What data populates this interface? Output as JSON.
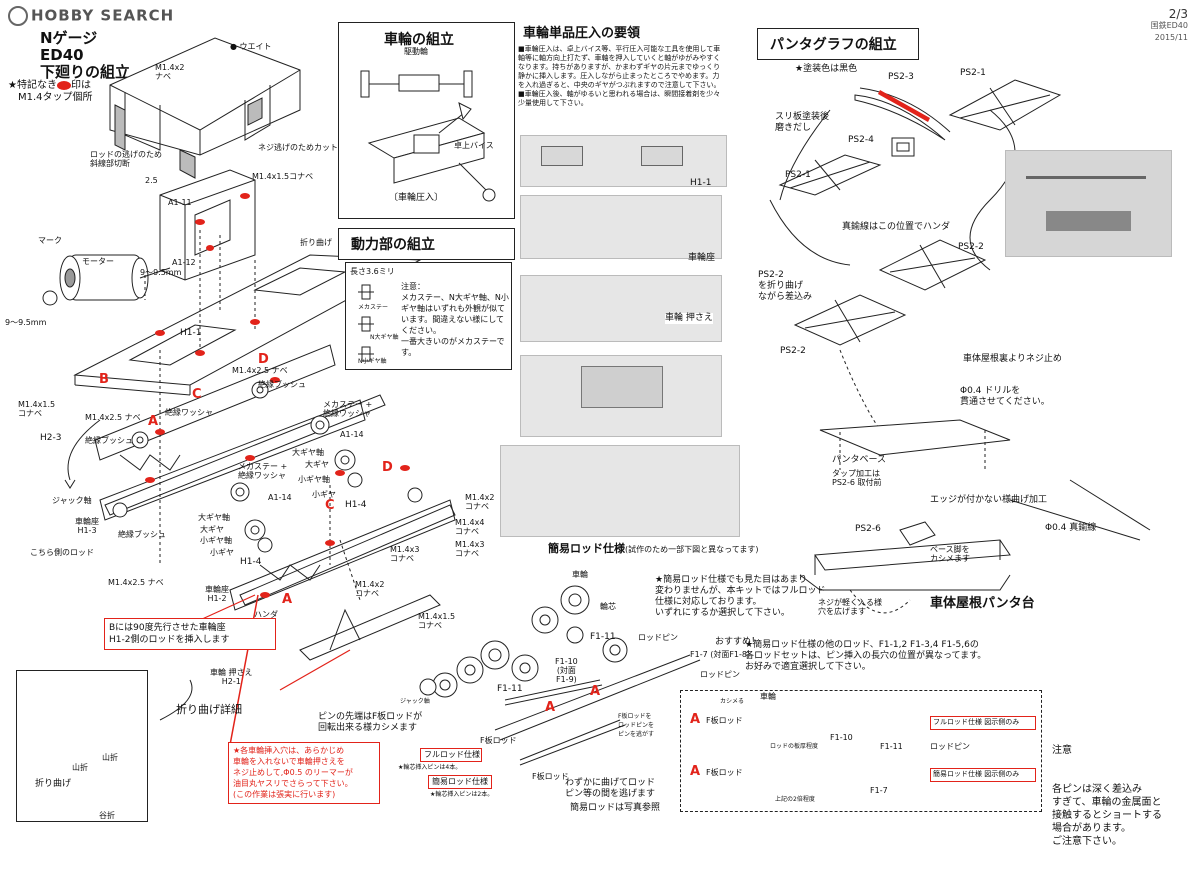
{
  "header": {
    "logo": "HOBBY SEARCH",
    "page_number": "2/3",
    "doc_line1": "国鉄ED40",
    "doc_line2": "2015/11"
  },
  "title": {
    "line1": "Nゲージ",
    "line2": "ED40",
    "line3": "下廻りの組立"
  },
  "tap_note": {
    "prefix": "★特記なき",
    "suffix": "印は",
    "line2": "M1.4タップ個所"
  },
  "wheel_press": {
    "title": "車輪の組立",
    "side_title": "車輪単品圧入の要領",
    "drive_gear": "駆動輪",
    "vise": "卓上バイス",
    "caption": "〔車輪圧入〕",
    "text": "■車輪圧入は、卓上バイス等、平行圧入可能な工具を使用して車軸等に軸方向上打たず、車軸を押入していくと軸がゆがみやすくなります。持ちがありますが、かまわずギヤの片元までゆっくり静かに挿入します。圧入しながら止まったところでやめます。力を入れ過ぎると、中央のギヤがつぶれますので注意して下さい。■車輪圧入後、軸がゆるいと思われる場合は、瞬間接着剤を少々少量使用して下さい。"
  },
  "power_unit": {
    "title": "動力部の組立",
    "length": "長さ3.6ミリ",
    "note_title": "注意：",
    "note_body": "メカステー、N大ギヤ軸、N小ギヤ軸はいずれも外観が似ています。間違えない様にしてください。",
    "note_tail": "一番大きいのがメカステーです。",
    "label_mecha": "メカステー",
    "label_n_big": "N大ギヤ軸",
    "label_n_small": "N小ギヤ軸"
  },
  "photos": {
    "h1_1": "H1-1",
    "wheel_seat": "車輪座",
    "wheel_holder": "車輪 押さえ",
    "simple_rod": "簡易ロッド仕様",
    "simple_rod_note": "(試作のため一部下図と異なってます)"
  },
  "pantograph": {
    "title": "パンタグラフの組立",
    "paint": "★塗装色は黒色",
    "ps2_3": "PS2-3",
    "ps2_1": "PS2-1",
    "ps2_4": "PS2-4",
    "slide_plate": "スリ板塗装後\n磨きだし",
    "ps2_1b": "PS2-1",
    "brass_solder": "真鍮線はこの位置でハンダ",
    "ps2_2": "PS2-2",
    "ps2_2_fold": "PS2-2\nを折り曲げ\nながら差込み",
    "ps2_2b": "PS2-2",
    "screw_stop": "車体屋根裏よりネジ止め",
    "drill": "Φ0.4 ドリルを\n貫通させてください。",
    "panta_base": "パンタベース",
    "tap_note": "タップ加工は\nPS2-6 取付前",
    "edge_bend": "エッジが付かない様曲げ加工",
    "brass_wire": "Φ0.4 真鍮線",
    "ps2_6": "PS2-6",
    "base_crimp": "ベース脚を\nカシメます",
    "screw_hole": "ネジが軽く入る様\n穴を広げます",
    "roof_base": "車体屋根パンタ台"
  },
  "exploded": {
    "weight": "ウエイト",
    "m14x2_nabe": "M1.4x2\nナベ",
    "rod_cut": "ロッドの逃げのため\n斜線部切断",
    "screw_cut": "ネジ逃げのためカット",
    "m14x15_konabe": "M1.4x1.5コナベ",
    "a1_11": "A1-11",
    "a1_12": "A1-12",
    "size_25": "2.5",
    "mark": "マーク",
    "motor": "モーター",
    "size_9_95a": "9～9.5mm",
    "size_9_95b": "9～9.5mm",
    "h1_1": "H1-1",
    "fold": "折り曲げ",
    "m14x25_nabe": "M1.4x2.5 ナベ",
    "insul_bush": "絶縁ブッシュ",
    "m14x15_konabe2": "M1.4x1.5\nコナベ",
    "m14x25_nabe2": "M1.4x2.5 ナベ",
    "insul_washer": "絶縁ワッシャ",
    "h2_3": "H2-3",
    "insul_bush2": "絶縁ブッシュ",
    "mecha_insul": "メカステー +\n絶縁ワッシャ",
    "a1_14": "A1-14",
    "big_gear_shaft": "大ギヤ軸",
    "big_gear": "大ギヤ",
    "small_gear_shaft": "小ギヤ軸",
    "small_gear": "小ギヤ",
    "h1_4": "H1-4",
    "mecha_insul2": "メカステー +\n絶縁ワッシャ",
    "a1_14b": "A1-14",
    "big_gear_shaft2": "大ギヤ軸",
    "big_gear2": "大ギヤ",
    "small_gear_shaft2": "小ギヤ軸",
    "small_gear2": "小ギヤ",
    "h1_4b": "H1-4",
    "jack_shaft": "ジャック軸",
    "wheel_seat_h13": "車輪座\nH1-3",
    "insul_bush3": "絶縁ブッシュ",
    "this_side_rod": "こちら側のロッド",
    "m14x25_nabe3": "M1.4x2.5 ナベ",
    "m14x2_konabe": "M1.4x2\nコナベ",
    "m14x4_konabe": "M1.4x4\nコナベ",
    "m14x3_konabe": "M1.4x3\nコナベ",
    "m14x3_konabe2": "M1.4x3\nコナベ",
    "m14x2_konabe2": "M1.4x2\nコナベ",
    "wheel_seat_h12": "車輪座\nH1-2",
    "m14x15_konabe3": "M1.4x1.5\nコナベ",
    "solder": "ハンダ",
    "wheel_holder_h21": "車輪 押さえ\nH2-1",
    "jack_shaft2": "ジャック軸",
    "wheel": "車輪",
    "axle_core": "輪芯",
    "f1_11": "F1-11",
    "rod_pin": "ロッドピン",
    "f1_10": "F1-10\n(対面\nF1-9)",
    "f1_11b": "F1-11",
    "f_rod": "F板ロッド",
    "f_rod2": "F板ロッド",
    "rod_pin2": "ロッドピン",
    "recommend": "おすすめ！",
    "f1_7": "F1-7 (対面F1-8)",
    "fold_bend": "折り曲げ詳細",
    "mountain_fold": "山折",
    "valley_fold": "谷折"
  },
  "notes": {
    "b_note": "Bには90度先行させた車輪座\nH1-2側のロッドを挿入します",
    "reamer_note": "★各車輪挿入穴は、あらかじめ\n車輪を入れないで車輪押さえを\nネジ止めして,Φ0.5 のリーマーが\n油目丸ヤスリでさらって下さい。\n(この作業は張実に行います)",
    "pin_tip": "ピンの先端はF板ロッドが\n回転出来る様カシメます",
    "full_rod": "フルロッド仕様",
    "full_rod_note": "★輪芯挿入ピンは4本。",
    "simple_rod": "簡易ロッド仕様",
    "simple_rod_note": "★輪芯挿入ピンは2本。",
    "bend_note": "わずかに曲げてロッド\nピン等の間を逃げます",
    "simple_photo": "簡易ロッドは写真参照",
    "simple_rod_spec": "★簡易ロッド仕様でも見た目はあまり\n変わりませんが、本キットではフルロッド\n仕様に対応しております。\nいずれにするか選択して下さい。",
    "other_rods": "★簡易ロッド仕様の他のロッド、F1-1,2 F1-3,4 F1-5,6の\n各ロッドセットは、ピン挿入の長穴の位置が異なってます。\nお好みで適宜選択して下さい。",
    "caution_title": "注意",
    "caution": "各ピンは深く差込み\nすぎて、車輪の金属面と\n接触するとショートする\n場合があります。\nご注意下さい。"
  },
  "rod_diagram": {
    "wheel": "車輪",
    "crimp": "カシメる",
    "f_rod": "F板ロッド",
    "f1_10": "F1-10",
    "f1_11": "F1-11",
    "rod_pin": "ロッドピン",
    "rod_thick": "ロッドの板厚程度",
    "full_label": "フルロッド仕様",
    "full_only": "図示側のみ",
    "f_rod2": "F板ロッド",
    "f1_7": "F1-7",
    "double_thick": "上記の2倍程度",
    "simple_label": "簡易ロッド仕様",
    "simple_only": "図示側のみ",
    "f_rod_pin_note": "F板ロッドを\nロッドピンを\nピンを逃がす"
  },
  "letters": {
    "A": "A",
    "B": "B",
    "C": "C",
    "D": "D"
  }
}
